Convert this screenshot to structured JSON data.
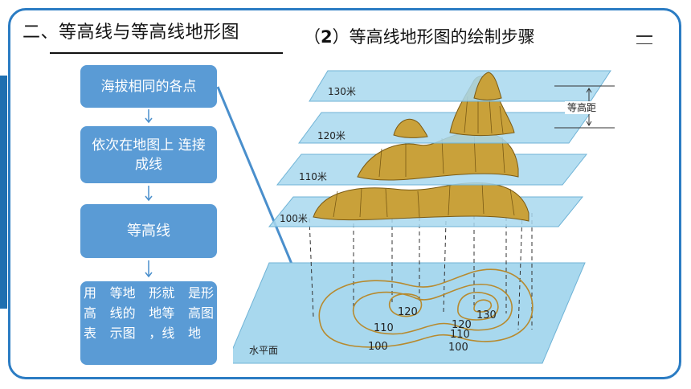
{
  "slide": {
    "section_title": "二、等高线与等高线地形图",
    "subtitle_prefix": "（",
    "subtitle_number": "2",
    "subtitle_rest": "）等高线地形图的绘制步骤"
  },
  "steps": [
    {
      "label": "海拔相同的各点"
    },
    {
      "label": "依次在地图上 连接成线"
    },
    {
      "label": "等高线"
    },
    {
      "lines": [
        "用 等 高 线 表 示",
        "地 形 的 地 图 ，",
        "就 是 等 高 线 地",
        "形图"
      ]
    }
  ],
  "diagram": {
    "plane_labels": [
      "130米",
      "120米",
      "110米",
      "100米"
    ],
    "interval_label": "等高距",
    "base_label": "水平面",
    "contour_labels": [
      "120",
      "110",
      "100",
      "130",
      "120",
      "110",
      "100"
    ],
    "colors": {
      "plane": "#a8d8ee",
      "plane_border": "#6fb3d6",
      "terrain": "#c9a13a",
      "accent": "#2b7cc3"
    }
  }
}
